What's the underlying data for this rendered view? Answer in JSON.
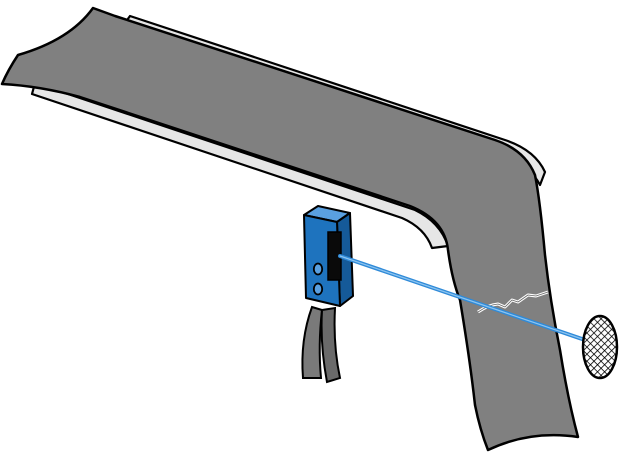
{
  "illustration": {
    "components": [
      "conveyor-belt",
      "photoelectric-sensor",
      "light-beam",
      "reflector"
    ],
    "colors": {
      "belt_fill": "#808080",
      "belt_edge_fill": "#e6e6e6",
      "outline": "#000000",
      "sensor_body": "#1e73be",
      "sensor_highlight": "#5aa0e0",
      "sensor_lens": "#0a0a0a",
      "beam": "#2f8ad8",
      "cable": "#7a7a7a",
      "reflector_fill": "#ffffff",
      "reflector_mesh": "#000000",
      "background": "#ffffff"
    }
  }
}
